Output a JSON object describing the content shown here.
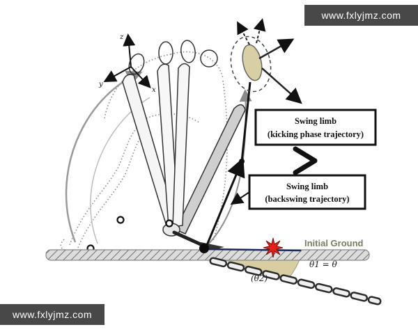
{
  "watermarks": {
    "top_right": "www.fxlyjmz.com",
    "bottom_left": "www.fxlyjmz.com"
  },
  "axes": {
    "z_label": "z",
    "y_label": "y",
    "x_label": "x"
  },
  "callouts": {
    "box1": {
      "line1": "Swing limb",
      "line2": "(kicking phase trajectory)"
    },
    "box2": {
      "line1": "Swing limb",
      "line2": "(backswing trajectory)"
    }
  },
  "ground": {
    "label": "Initial Ground"
  },
  "angles": {
    "eq": "θ1 = θ",
    "paren": "(θ2)"
  },
  "colors": {
    "impact_star": "#e32119",
    "wedge": "#d9cda2",
    "foot": "#d8cfa4",
    "ground_bar": "#dcdcdc",
    "ground_label": "#7a7d5f",
    "navy_line": "#1a2a5e"
  }
}
